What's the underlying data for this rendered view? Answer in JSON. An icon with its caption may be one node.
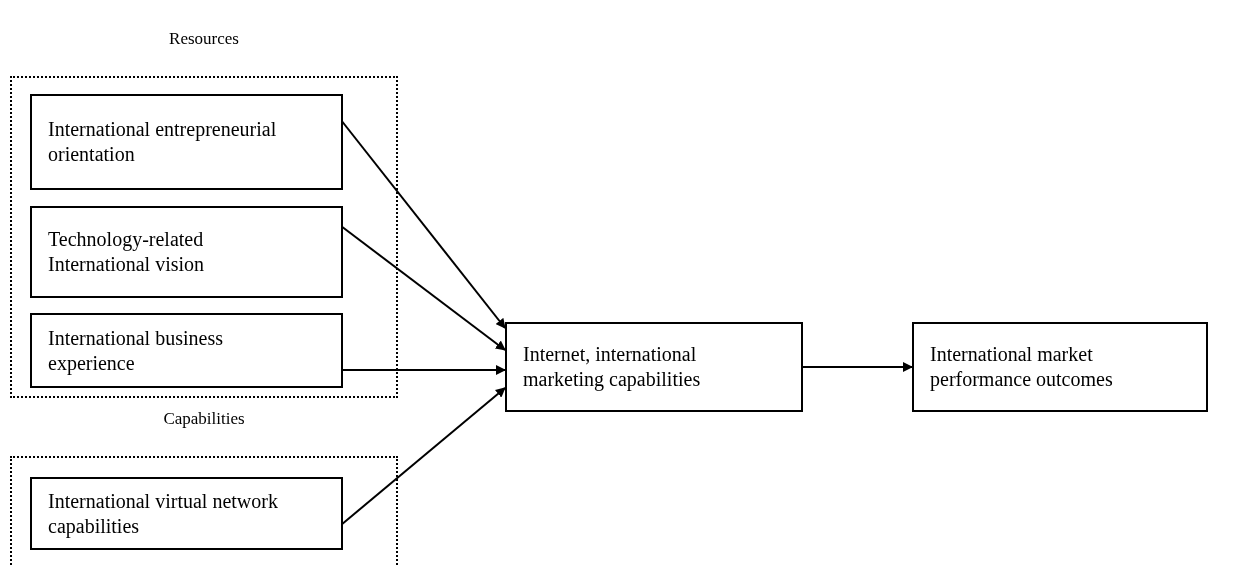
{
  "diagram": {
    "nodes": [
      {
        "text": [
          "Resources"
        ]
      },
      {
        "text": [
          "International entrepreneurial orientation"
        ],
        "in": 0
      },
      {
        "text": [
          "Technology-related International vision"
        ],
        "in": 0
      },
      {
        "text": [
          "International business experience"
        ],
        "in": 0
      },
      {
        "text": [
          "Capabilities"
        ]
      },
      {
        "text": [
          "International virtual network capabilities"
        ],
        "in": 4
      },
      {
        "text": [
          "Internet, international marketing capabilities"
        ]
      },
      {
        "text": [
          "International market performance outcomes"
        ]
      }
    ],
    "edges": [
      {
        "from": 1,
        "to": 6,
        "arrow": "to"
      },
      {
        "from": 2,
        "to": 6,
        "arrow": "to"
      },
      {
        "from": 3,
        "to": 6,
        "arrow": "to"
      },
      {
        "from": 5,
        "to": 6,
        "arrow": "to"
      },
      {
        "from": 6,
        "to": 7,
        "arrow": "to"
      }
    ]
  }
}
